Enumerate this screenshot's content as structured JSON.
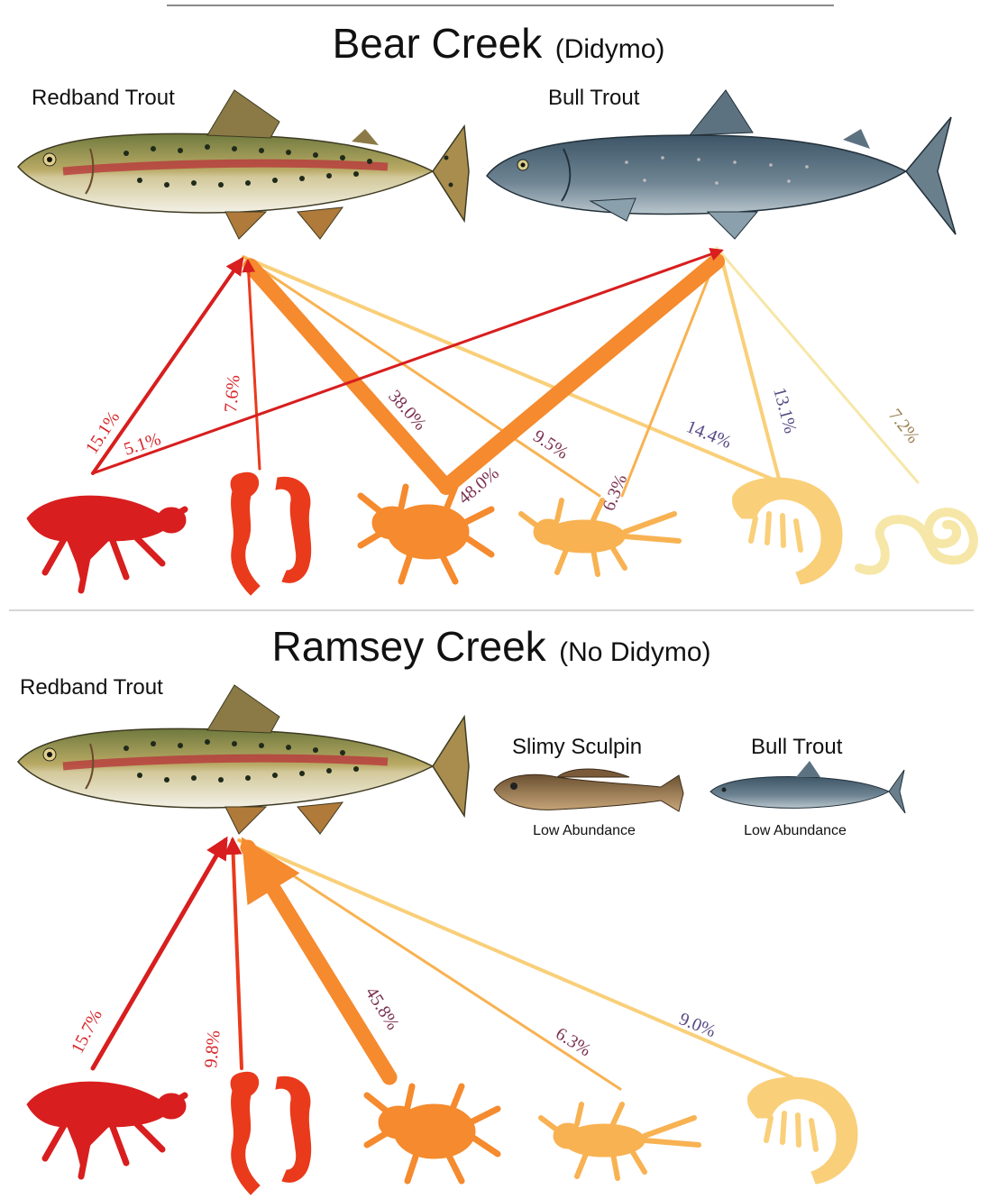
{
  "panels": [
    {
      "title": "Bear Creek",
      "subtitle": "(Didymo)",
      "fish": [
        {
          "label": "Redband Trout"
        },
        {
          "label": "Bull Trout"
        }
      ],
      "percentages": [
        "15.1%",
        "5.1%",
        "7.6%",
        "38.0%",
        "48.0%",
        "9.5%",
        "6.3%",
        "14.4%",
        "13.1%",
        "7.2%"
      ]
    },
    {
      "title": "Ramsey Creek",
      "subtitle": "(No Didymo)",
      "fish": [
        {
          "label": "Redband Trout"
        },
        {
          "label": "Slimy Sculpin",
          "note": "Low Abundance"
        },
        {
          "label": "Bull Trout",
          "note": "Low Abundance"
        }
      ],
      "percentages": [
        "15.7%",
        "9.8%",
        "45.8%",
        "6.3%",
        "9.0%"
      ]
    }
  ],
  "colors": {
    "prey1": "#d81e1e",
    "prey2": "#ea3a1c",
    "prey3": "#f58a2e",
    "prey4": "#f8b252",
    "prey5": "#f9cf79",
    "prey6": "#f6e7a8",
    "label_red": "#d8262a",
    "label_dark": "#7c3150",
    "label_purple": "#584a85",
    "label_tan": "#9a8150"
  }
}
